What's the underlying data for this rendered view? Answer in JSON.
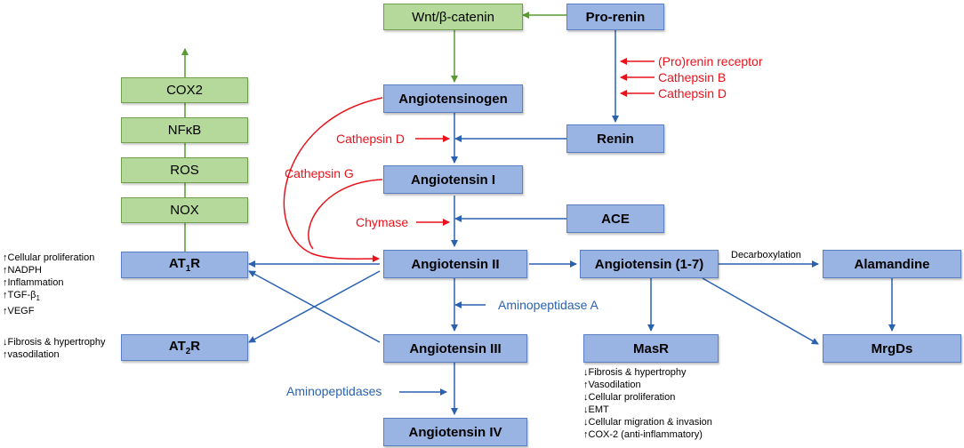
{
  "boxes": {
    "wnt": "Wnt/β-catenin",
    "prorenin": "Pro-renin",
    "angiotensinogen": "Angiotensinogen",
    "renin": "Renin",
    "ang1": "Angiotensin I",
    "ace": "ACE",
    "ang2": "Angiotensin II",
    "ang17": "Angiotensin (1-7)",
    "alamandine": "Alamandine",
    "at1r": "AT",
    "at1r_sub": "1",
    "at1r_end": "R",
    "at2r": "AT",
    "at2r_sub": "2",
    "at2r_end": "R",
    "ang3": "Angiotensin III",
    "masr": "MasR",
    "mrgds": "MrgDs",
    "ang4": "Angiotensin IV",
    "cox2": "COX2",
    "nfkb": "NFκB",
    "ros": "ROS",
    "nox": "NOX"
  },
  "labels": {
    "prorenin_receptor": "(Pro)renin receptor",
    "cathepsin_b": "Cathepsin B",
    "cathepsin_d_right": "Cathepsin D",
    "cathepsin_d_left": "Cathepsin D",
    "cathepsin_g": "Cathepsin G",
    "chymase": "Chymase",
    "decarboxylation": "Decarboxylation",
    "aminopeptidase_a": "Aminopeptidase A",
    "aminopeptidases": "Aminopeptidases"
  },
  "at1r_effects": [
    "↑Cellular proliferation",
    "↑NADPH",
    "↑Inflammation",
    "↑TGF-β",
    "↑VEGF"
  ],
  "at1r_effects_tgf_sub": "1",
  "at2r_effects": [
    "↓Fibrosis & hypertrophy",
    "↑vasodilation"
  ],
  "masr_effects": [
    "↓Fibrosis & hypertrophy",
    "↑Vasodilation",
    "↓Cellular proliferation",
    "↓EMT",
    "↓Cellular migration & invasion",
    "↑COX-2 (anti-inflammatory)"
  ],
  "colors": {
    "box_blue": "#99b4e3",
    "box_green": "#b5d99b",
    "arrow_blue": "#2b62b0",
    "arrow_red": "#e8121b",
    "arrow_green": "#5a9a32"
  }
}
